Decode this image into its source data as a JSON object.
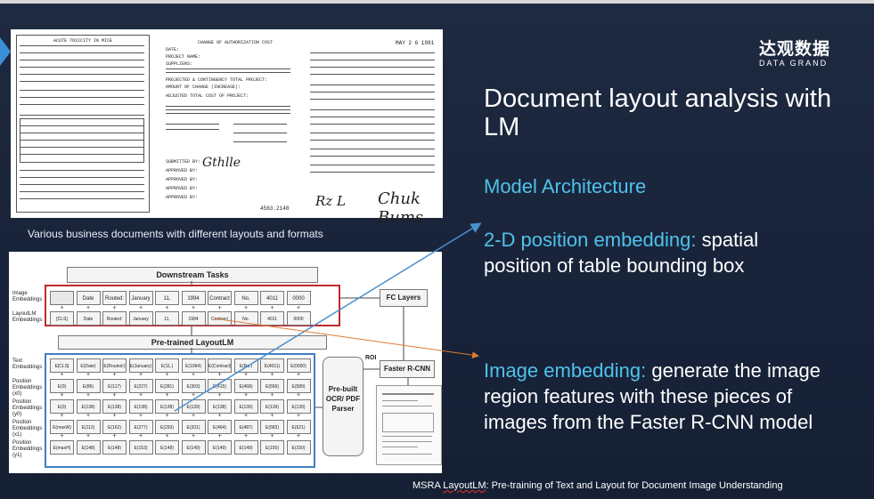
{
  "brand": {
    "name_cn": "达观数据",
    "name_en": "DATA GRAND"
  },
  "slide": {
    "title": "Document layout analysis with LM",
    "subtitle": "Model Architecture",
    "bullet1_accent": "2-D position embedding:",
    "bullet1_text": " spatial position of table bounding box",
    "bullet2_accent": "Image embedding:",
    "bullet2_text": " generate the image region features with these pieces of images from the Faster R-CNN model",
    "caption": "Various business documents with different layouts and formats",
    "footer_prefix": "MSRA ",
    "footer_underlined": "LayoutLM",
    "footer_suffix": ": Pre-training of Text and Layout for Document Image Understanding"
  },
  "documents": {
    "doc1_title": "ACUTE TOXICITY IN MICE",
    "doc2_title": "CHANGE OF AUTHORIZATION COST",
    "doc2_fields": [
      "DATE:",
      "PROJECT NAME:",
      "SUPPLIERS:",
      "PROJECTED & CONTINGENCY TOTAL PROJECT:",
      "AMOUNT OF CHANGE (INCREASE):",
      "ADJUSTED TOTAL COST OF PROJECT:",
      "SUBMITTED BY:",
      "APPROVED BY:",
      "APPROVED BY:",
      "APPROVED BY:",
      "APPROVED BY:"
    ],
    "doc2_number": "4563.2148",
    "doc3_date": "MAY 2 6 1981"
  },
  "diagram": {
    "downstream_label": "Downstream Tasks",
    "pretrained_label": "Pre-trained LayoutLM",
    "fc_label": "FC Layers",
    "rcnn_label": "Faster R-CNN",
    "roi_label": "ROI",
    "parser_label": "Pre-built OCR/ PDF Parser",
    "row_labels": [
      "Image Embeddings",
      "LayoutLM Embeddings",
      "Text Embeddings",
      "Position Embeddings (x0)",
      "Position Embeddings (y0)",
      "Position Embeddings (x1)",
      "Position Embeddings (y1)"
    ],
    "tokens": [
      "Date",
      "Routed:",
      "January",
      "11,",
      "1994",
      "Contract",
      "No.",
      "4011",
      "0000"
    ],
    "layout_tokens": [
      "[CLS]",
      "Date",
      "Routed:",
      "January",
      "11,",
      "1994",
      "Contract",
      "No.",
      "4011",
      "0000"
    ],
    "text_emb": [
      "E[CLS]",
      "E(Date)",
      "E(Routed:)",
      "E(January)",
      "E(11,)",
      "E(1994)",
      "E(Contract)",
      "E(No.)",
      "E(4011)",
      "E(0000)"
    ],
    "x0": [
      "E(0)",
      "E(86)",
      "E(117)",
      "E(227)",
      "E(281)",
      "E(303)",
      "E(415)",
      "E(468)",
      "E(556)",
      "E(589)"
    ],
    "y0": [
      "E(0)",
      "E(138)",
      "E(138)",
      "E(138)",
      "E(138)",
      "E(139)",
      "E(138)",
      "E(139)",
      "E(139)",
      "E(139)"
    ],
    "x1": [
      "E(maxW)",
      "E(112)",
      "E(162)",
      "E(277)",
      "E(293)",
      "E(331)",
      "E(464)",
      "E(487)",
      "E(583)",
      "E(621)"
    ],
    "y1": [
      "E(maxH)",
      "E(148)",
      "E(148)",
      "E(153)",
      "E(148)",
      "E(149)",
      "E(149)",
      "E(149)",
      "E(150)",
      "E(150)"
    ]
  },
  "colors": {
    "accent": "#4fc2ea",
    "background": "#1b2438",
    "red_box": "#c0292c",
    "blue_box": "#3e7fc1",
    "arrow": "#4a90d0",
    "arrow2": "#e07a30"
  }
}
